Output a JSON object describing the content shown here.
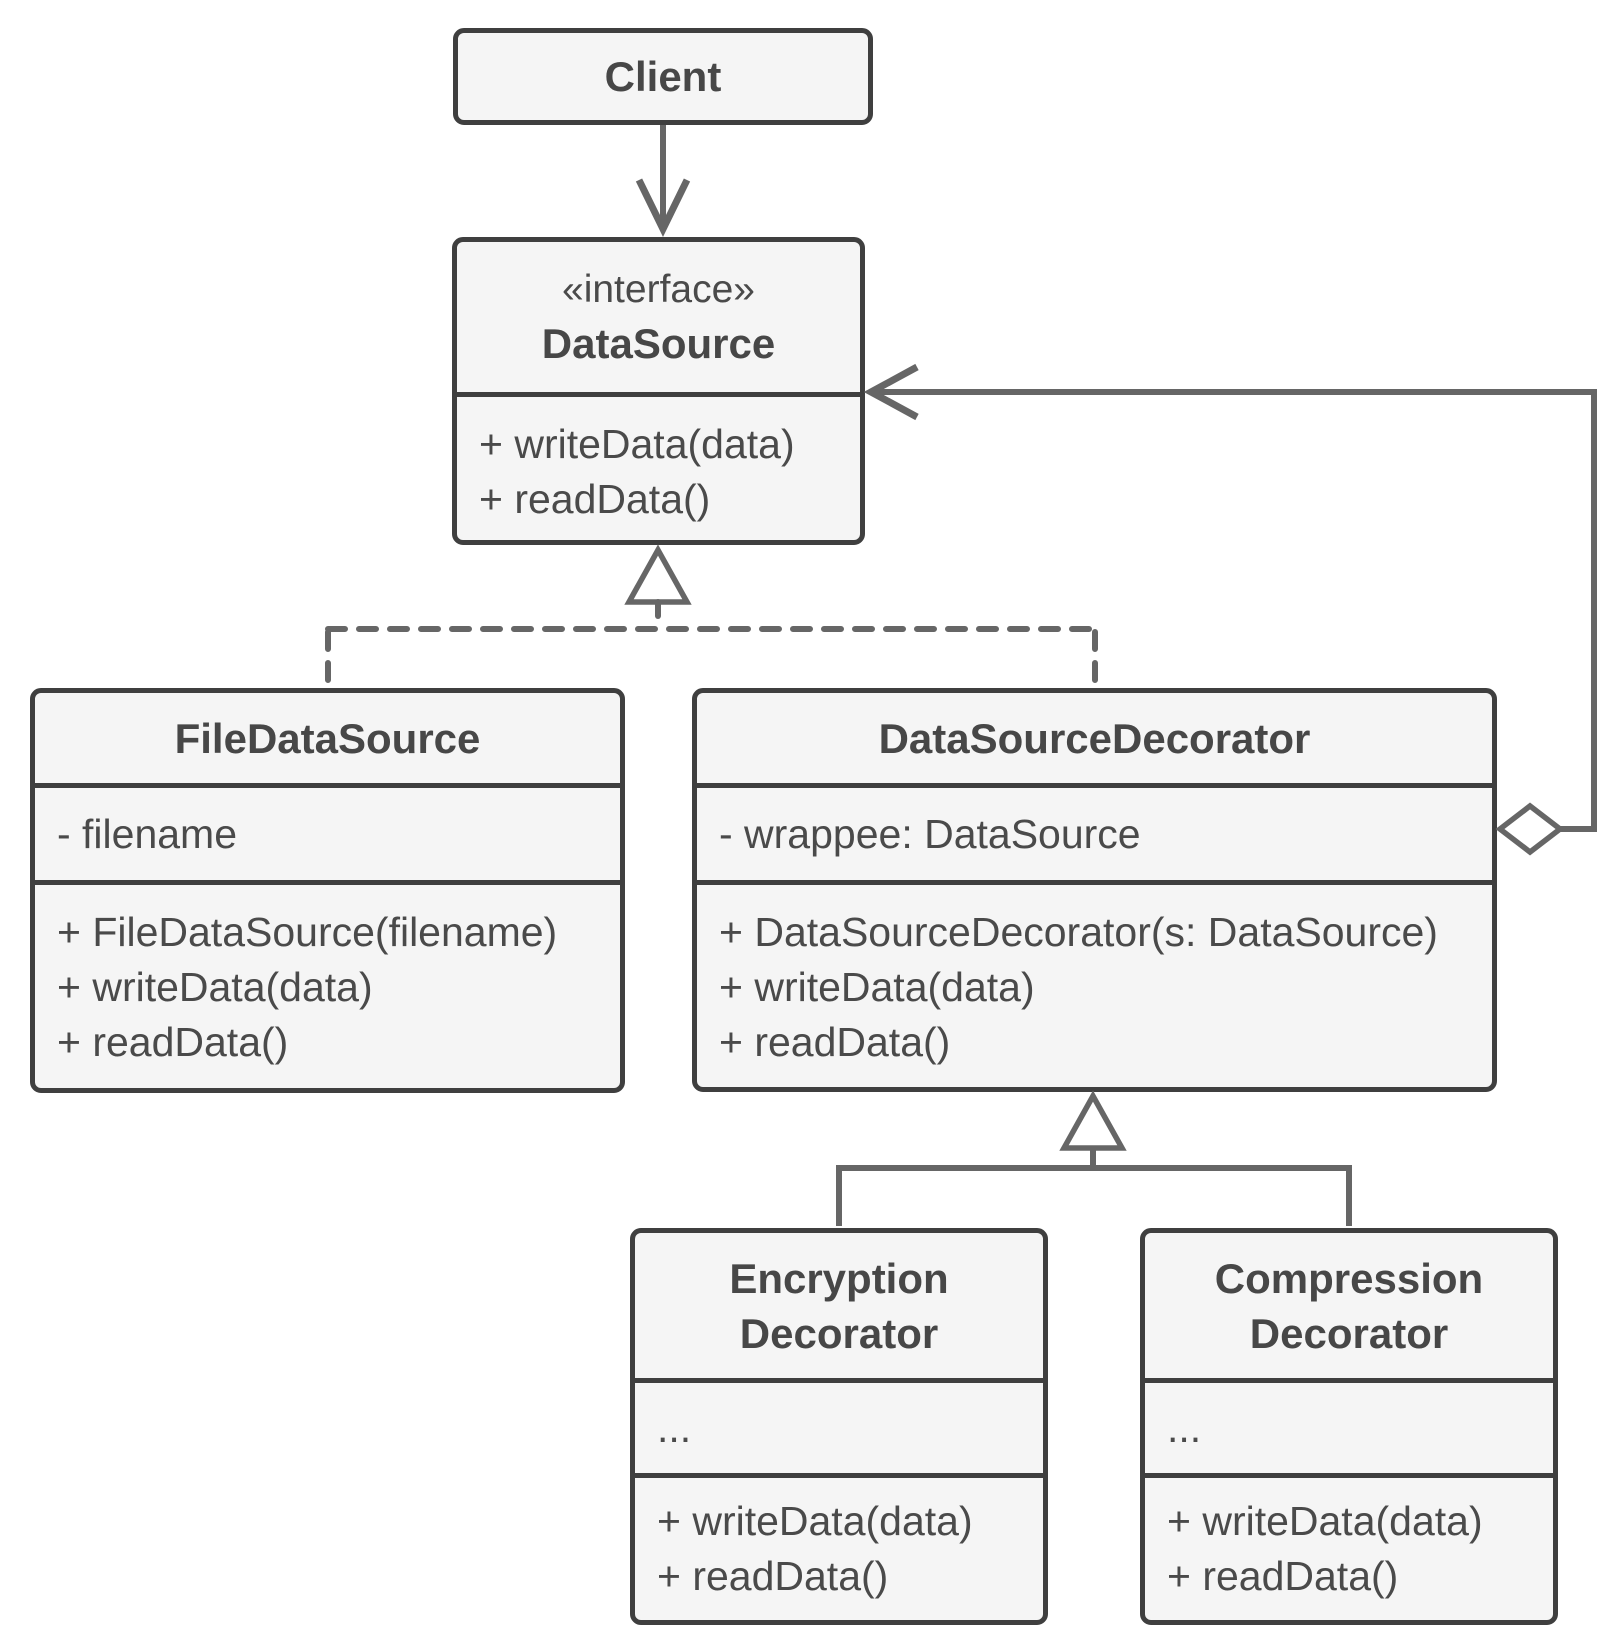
{
  "diagram": {
    "type": "uml-class-diagram",
    "pattern": "Decorator",
    "colors": {
      "background": "#ffffff",
      "box_fill": "#f5f5f5",
      "box_border": "#3f3f3f",
      "connector": "#666666",
      "text": "#4a4a4a"
    },
    "classes": {
      "client": {
        "title": "Client"
      },
      "datasource": {
        "stereotype": "«interface»",
        "title": "DataSource",
        "methods": [
          "+ writeData(data)",
          "+ readData()"
        ]
      },
      "filedatasource": {
        "title": "FileDataSource",
        "attributes": [
          "- filename"
        ],
        "methods": [
          "+ FileDataSource(filename)",
          "+ writeData(data)",
          "+ readData()"
        ]
      },
      "datasourcedecorator": {
        "title": "DataSourceDecorator",
        "attributes": [
          "- wrappee: DataSource"
        ],
        "methods": [
          "+ DataSourceDecorator(s: DataSource)",
          "+ writeData(data)",
          "+ readData()"
        ]
      },
      "encryptiondecorator": {
        "title_lines": [
          "Encryption",
          "Decorator"
        ],
        "attributes": [
          "..."
        ],
        "methods": [
          "+ writeData(data)",
          "+ readData()"
        ]
      },
      "compressiondecorator": {
        "title_lines": [
          "Compression",
          "Decorator"
        ],
        "attributes": [
          "..."
        ],
        "methods": [
          "+ writeData(data)",
          "+ readData()"
        ]
      }
    },
    "relationships": [
      {
        "type": "association",
        "from": "Client",
        "to": "DataSource"
      },
      {
        "type": "realization",
        "from": "FileDataSource",
        "to": "DataSource"
      },
      {
        "type": "realization",
        "from": "DataSourceDecorator",
        "to": "DataSource"
      },
      {
        "type": "generalization",
        "from": "EncryptionDecorator",
        "to": "DataSourceDecorator"
      },
      {
        "type": "generalization",
        "from": "CompressionDecorator",
        "to": "DataSourceDecorator"
      },
      {
        "type": "aggregation",
        "from": "DataSourceDecorator",
        "to": "DataSource"
      }
    ]
  }
}
